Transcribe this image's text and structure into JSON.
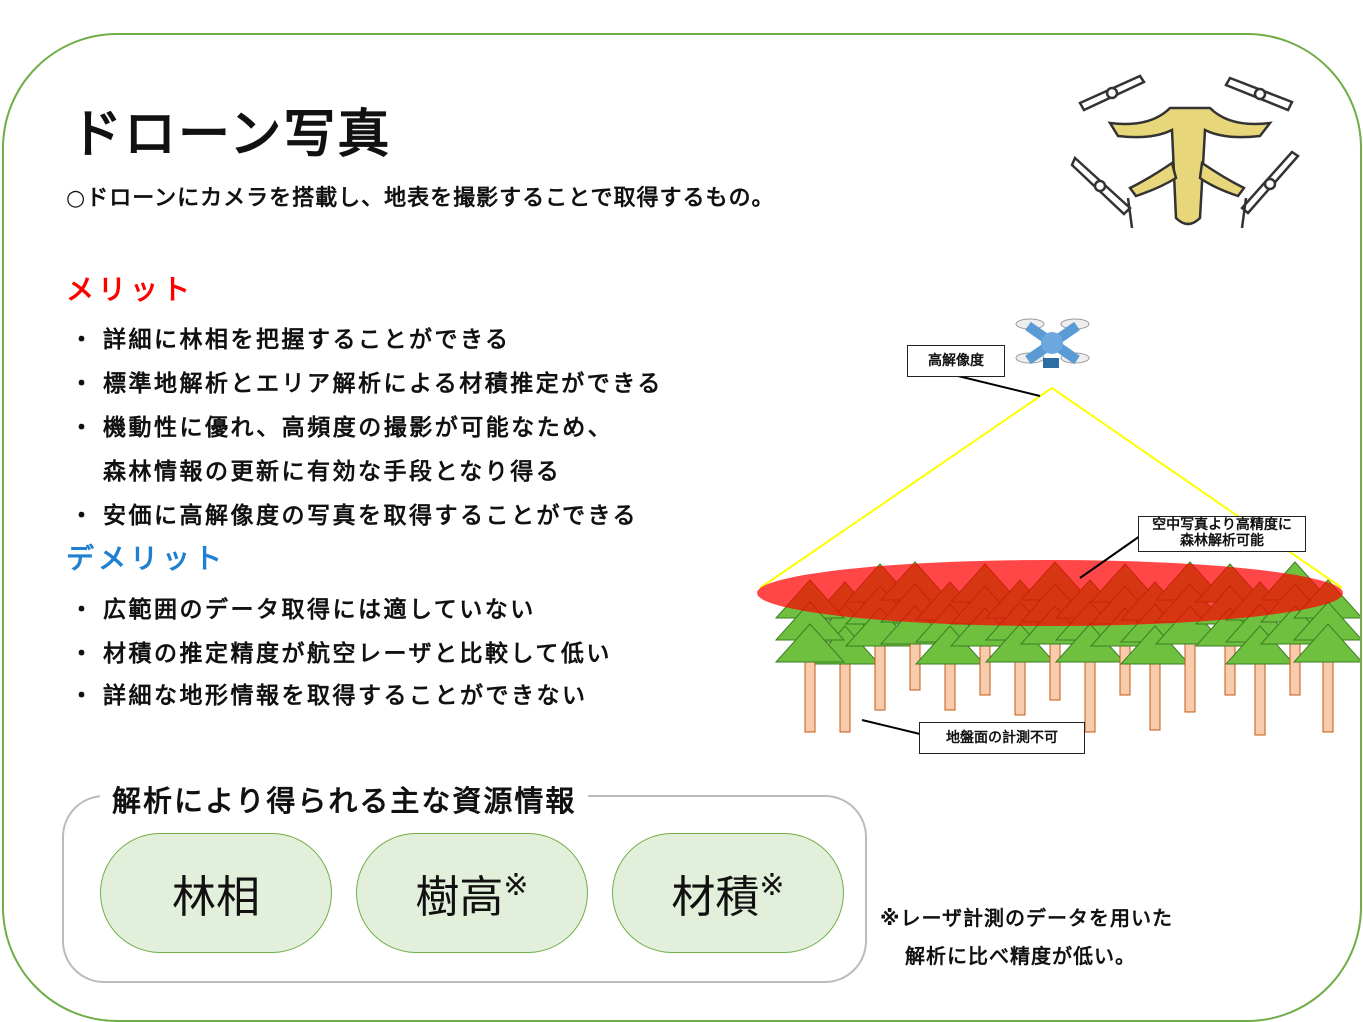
{
  "title": "ドローン写真",
  "subtitle": "○ドローンにカメラを搭載し、地表を撮影することで取得するもの。",
  "merit": {
    "heading": "メリット",
    "items": [
      "詳細に林相を把握することができる",
      "標準地解析とエリア解析による材積推定ができる",
      "機動性に優れ、高頻度の撮影が可能なため、",
      "森林情報の更新に有効な手段となり得る",
      "安価に高解像度の写真を取得することができる"
    ]
  },
  "demerit": {
    "heading": "デメリット",
    "items": [
      "広範囲のデータ取得には適していない",
      "材積の推定精度が航空レーザと比較して低い",
      "詳細な地形情報を取得することができない"
    ]
  },
  "bullet": "・",
  "resources": {
    "legend": "解析により得られる主な資源情報",
    "pills": [
      {
        "label": "林相",
        "mark": ""
      },
      {
        "label": "樹高",
        "mark": "※"
      },
      {
        "label": "材積",
        "mark": "※"
      }
    ]
  },
  "note": [
    "※レーザ計測のデータを用いた",
    "解析に比べ精度が低い。"
  ],
  "diagram": {
    "label_resolution": "高解像度",
    "label_accuracy_1": "空中写真より高精度に",
    "label_accuracy_2": "森林解析可能",
    "label_ground": "地盤面の計測不可"
  },
  "colors": {
    "frame": "#70AD47",
    "merit": "#FF0000",
    "demerit": "#1F7FD0",
    "pill": "#E2EFDA"
  }
}
